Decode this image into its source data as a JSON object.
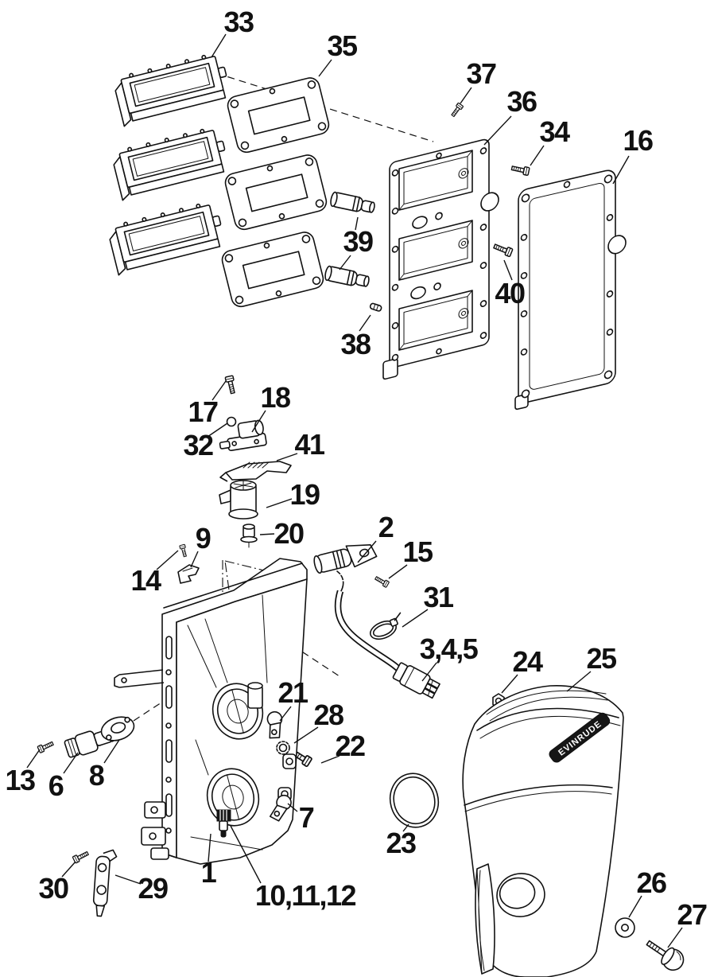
{
  "figure": {
    "kind": "exploded-parts-diagram",
    "colors": {
      "ink": "#111111",
      "paper": "#ffffff"
    }
  },
  "cover": {
    "logo_text": "EVINRUDE"
  },
  "callouts": [
    {
      "label": "1"
    },
    {
      "label": "2"
    },
    {
      "label": "3,4,5"
    },
    {
      "label": "6"
    },
    {
      "label": "7"
    },
    {
      "label": "8"
    },
    {
      "label": "9"
    },
    {
      "label": "10,11,12"
    },
    {
      "label": "13"
    },
    {
      "label": "14"
    },
    {
      "label": "15"
    },
    {
      "label": "16"
    },
    {
      "label": "17"
    },
    {
      "label": "18"
    },
    {
      "label": "19"
    },
    {
      "label": "20"
    },
    {
      "label": "21"
    },
    {
      "label": "22"
    },
    {
      "label": "23"
    },
    {
      "label": "24"
    },
    {
      "label": "25"
    },
    {
      "label": "26"
    },
    {
      "label": "27"
    },
    {
      "label": "28"
    },
    {
      "label": "29"
    },
    {
      "label": "30"
    },
    {
      "label": "31"
    },
    {
      "label": "32"
    },
    {
      "label": "33"
    },
    {
      "label": "34"
    },
    {
      "label": "35"
    },
    {
      "label": "36"
    },
    {
      "label": "37"
    },
    {
      "label": "38"
    },
    {
      "label": "39"
    },
    {
      "label": "40"
    },
    {
      "label": "41"
    }
  ]
}
